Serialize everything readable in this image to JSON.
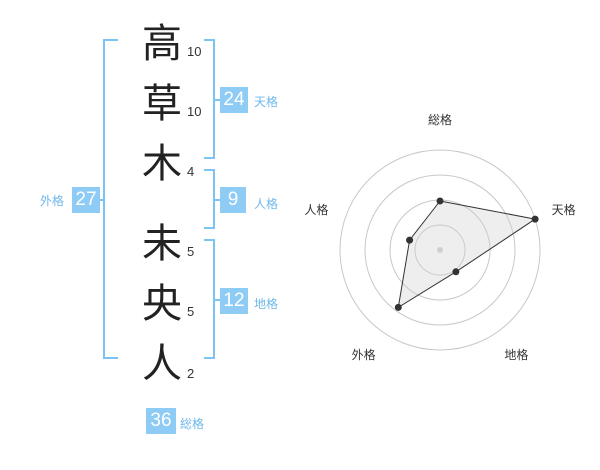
{
  "characters": [
    {
      "char": "高",
      "strokes": "10"
    },
    {
      "char": "草",
      "strokes": "10"
    },
    {
      "char": "木",
      "strokes": "4"
    },
    {
      "char": "未",
      "strokes": "5"
    },
    {
      "char": "央",
      "strokes": "5"
    },
    {
      "char": "人",
      "strokes": "2"
    }
  ],
  "fortunes": {
    "tenkaku": {
      "value": "24",
      "label": "天格"
    },
    "jinkaku": {
      "value": "9",
      "label": "人格"
    },
    "chikaku": {
      "value": "12",
      "label": "地格"
    },
    "gaikaku": {
      "value": "27",
      "label": "外格"
    },
    "soukaku": {
      "value": "36",
      "label": "総格"
    }
  },
  "colors": {
    "accent": "#8ecbf5",
    "accent_text": "#6fb8ea",
    "bracket": "#7cc3f2"
  },
  "chart_data": {
    "type": "radar",
    "axes": [
      "総格",
      "天格",
      "地格",
      "外格",
      "人格"
    ],
    "values": [
      0.49,
      1.0,
      0.27,
      0.71,
      0.32
    ],
    "rings": 4
  }
}
